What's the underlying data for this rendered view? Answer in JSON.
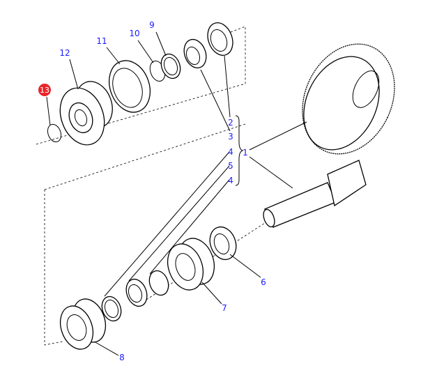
{
  "title": "Bevel gear pinion assembly",
  "highlight_color": "#e8262a",
  "label_color": "#1a1aff",
  "callouts": [
    {
      "label": "13",
      "highlighted": true
    },
    {
      "label": "12"
    },
    {
      "label": "11"
    },
    {
      "label": "10"
    },
    {
      "label": "9"
    },
    {
      "label": "2"
    },
    {
      "label": "3"
    },
    {
      "label": "4"
    },
    {
      "label": "5"
    },
    {
      "label": "4"
    },
    {
      "label": "1"
    },
    {
      "label": "6"
    },
    {
      "label": "7"
    },
    {
      "label": "8"
    }
  ]
}
